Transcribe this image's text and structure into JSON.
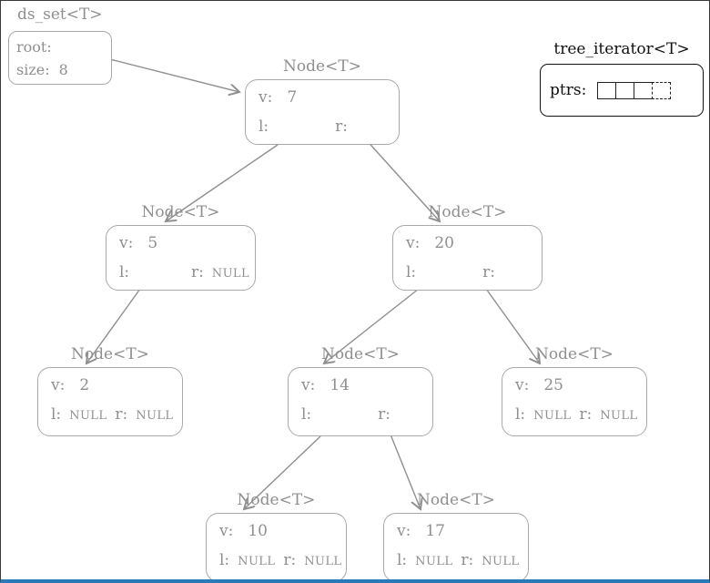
{
  "colors": {
    "node_gray": "#8f8f8f",
    "node_border": "#a9a9a9",
    "iterator_black": "#111111",
    "bottom_bar_blue": "#2a7ab9"
  },
  "ds_set": {
    "title": "ds_set<T>",
    "root_label": "root:",
    "size_label": "size:",
    "size_value": "8"
  },
  "tree_iterator": {
    "title": "tree_iterator<T>",
    "ptrs_label": "ptrs:",
    "cells": 4
  },
  "nodes": [
    {
      "name": "node-7",
      "title": "Node<T>",
      "v_label": "v:",
      "v": "7",
      "l_label": "l:",
      "l": "",
      "r_label": "r:",
      "r": ""
    },
    {
      "name": "node-5",
      "title": "Node<T>",
      "v_label": "v:",
      "v": "5",
      "l_label": "l:",
      "l": "",
      "r_label": "r:",
      "r": "NULL"
    },
    {
      "name": "node-20",
      "title": "Node<T>",
      "v_label": "v:",
      "v": "20",
      "l_label": "l:",
      "l": "",
      "r_label": "r:",
      "r": ""
    },
    {
      "name": "node-2",
      "title": "Node<T>",
      "v_label": "v:",
      "v": "2",
      "l_label": "l:",
      "l": "NULL",
      "r_label": "r:",
      "r": "NULL"
    },
    {
      "name": "node-14",
      "title": "Node<T>",
      "v_label": "v:",
      "v": "14",
      "l_label": "l:",
      "l": "",
      "r_label": "r:",
      "r": ""
    },
    {
      "name": "node-25",
      "title": "Node<T>",
      "v_label": "v:",
      "v": "25",
      "l_label": "l:",
      "l": "NULL",
      "r_label": "r:",
      "r": "NULL"
    },
    {
      "name": "node-10",
      "title": "Node<T>",
      "v_label": "v:",
      "v": "10",
      "l_label": "l:",
      "l": "NULL",
      "r_label": "r:",
      "r": "NULL"
    },
    {
      "name": "node-17",
      "title": "Node<T>",
      "v_label": "v:",
      "v": "17",
      "l_label": "l:",
      "l": "NULL",
      "r_label": "r:",
      "r": "NULL"
    }
  ]
}
